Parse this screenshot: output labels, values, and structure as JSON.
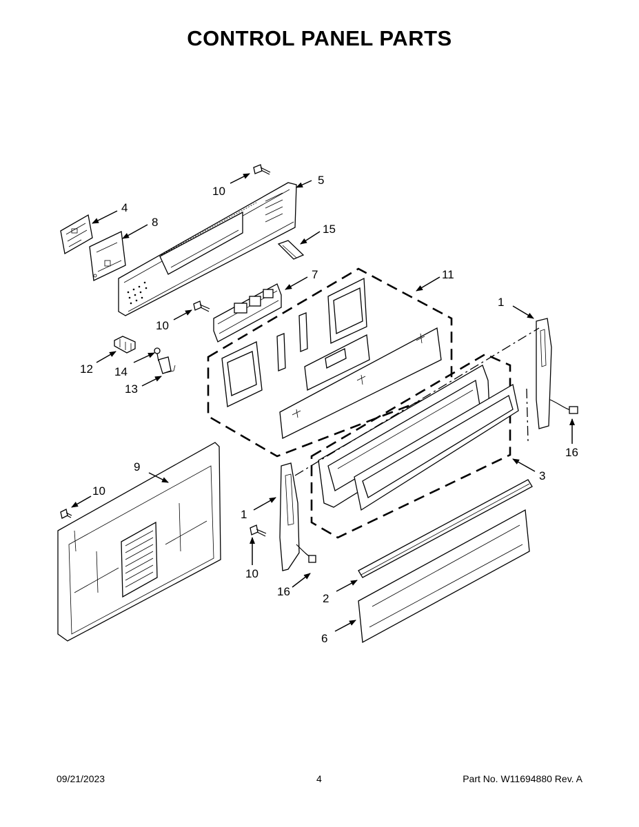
{
  "page": {
    "title": "CONTROL PANEL PARTS",
    "footer": {
      "date": "09/21/2023",
      "page_number": "4",
      "part_number": "Part No.  W11694880  Rev.  A"
    }
  },
  "diagram": {
    "callouts": [
      {
        "id": "c10a",
        "label": "10"
      },
      {
        "id": "c5",
        "label": "5"
      },
      {
        "id": "c4",
        "label": "4"
      },
      {
        "id": "c8",
        "label": "8"
      },
      {
        "id": "c15",
        "label": "15"
      },
      {
        "id": "c7",
        "label": "7"
      },
      {
        "id": "c11",
        "label": "11"
      },
      {
        "id": "c1a",
        "label": "1"
      },
      {
        "id": "c10b",
        "label": "10"
      },
      {
        "id": "c12",
        "label": "12"
      },
      {
        "id": "c14",
        "label": "14"
      },
      {
        "id": "c13",
        "label": "13"
      },
      {
        "id": "c16a",
        "label": "16"
      },
      {
        "id": "c9",
        "label": "9"
      },
      {
        "id": "c3",
        "label": "3"
      },
      {
        "id": "c10c",
        "label": "10"
      },
      {
        "id": "c1b",
        "label": "1"
      },
      {
        "id": "c10d",
        "label": "10"
      },
      {
        "id": "c16b",
        "label": "16"
      },
      {
        "id": "c2",
        "label": "2"
      },
      {
        "id": "c6",
        "label": "6"
      }
    ]
  }
}
